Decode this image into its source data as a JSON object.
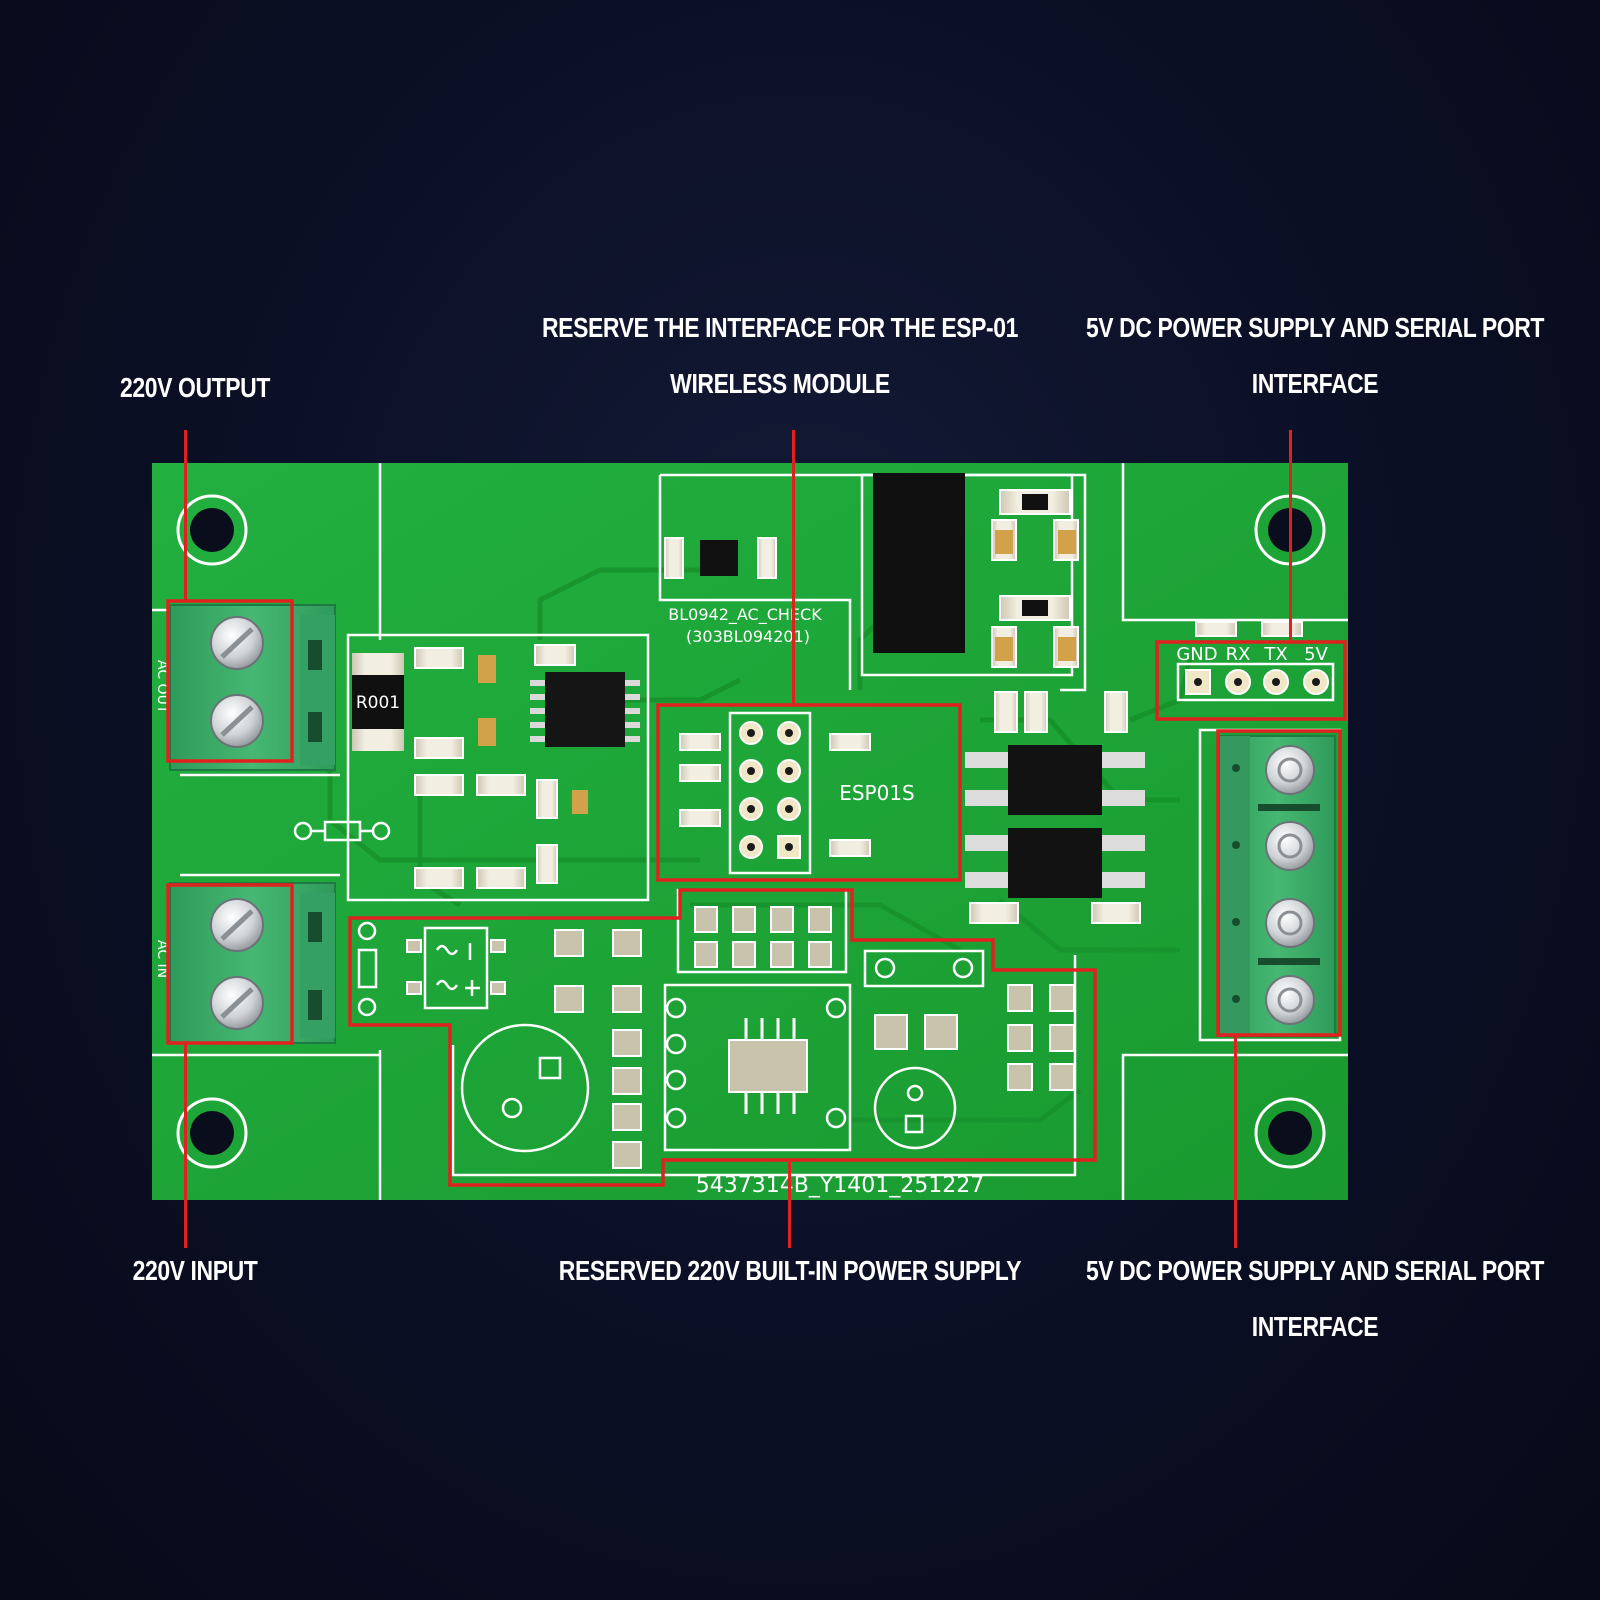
{
  "callouts": {
    "ac_output": "220V OUTPUT",
    "esp_line1": "RESERVE THE INTERFACE FOR THE ESP-01",
    "esp_line2": "WIRELESS MODULE",
    "serial_top_line1": "5V DC POWER SUPPLY AND SERIAL PORT",
    "serial_top_line2": "INTERFACE",
    "ac_input": "220V INPUT",
    "builtin_supply": "RESERVED 220V BUILT-IN POWER SUPPLY",
    "serial_bottom_line1": "5V DC POWER SUPPLY AND SERIAL PORT",
    "serial_bottom_line2": "INTERFACE"
  },
  "silkscreen": {
    "chip_label_1": "BL0942_AC_CHECK",
    "chip_label_2": "(303BL094201)",
    "shunt": "R001",
    "esp_module": "ESP01S",
    "pin_gnd": "GND",
    "pin_rx": "RX",
    "pin_tx": "TX",
    "pin_5v": "5V",
    "ac_out": "AC OUT",
    "ac_in": "AC IN",
    "board_id": "5437314B_Y1401_251227"
  },
  "colors": {
    "background": "#0b0f24",
    "pcb": "#1fa83a",
    "terminal": "#3fa867",
    "highlight": "#e0211f",
    "text": "#ffffff"
  }
}
